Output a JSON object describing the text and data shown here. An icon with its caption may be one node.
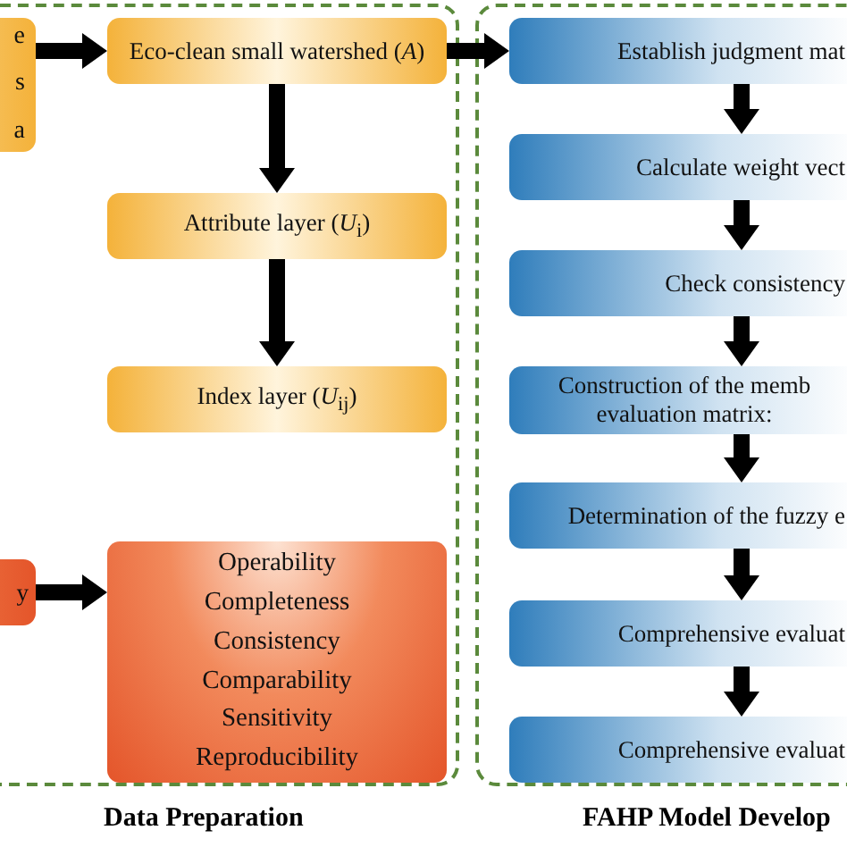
{
  "diagram": {
    "nodes": [
      {
        "text": [
          "e s a"
        ]
      },
      {
        "text": [
          "Data Preparation"
        ]
      },
      {
        "text": [
          "Eco-clean small watershed (*A*)"
        ],
        "in": 1
      },
      {
        "text": [
          "Attribute layer (*U*$_{i}$)"
        ],
        "in": 1
      },
      {
        "text": [
          "Index layer (*U*$_{ij}$)"
        ],
        "in": 1
      },
      {
        "text": [
          "y"
        ]
      },
      {
        "text": [
          "Operability",
          "Completeness",
          "Consistency",
          "Comparability",
          "Sensitivity",
          "Reproducibility"
        ],
        "in": 1
      },
      {
        "text": [
          "FAHP Model Develop"
        ]
      },
      {
        "text": [
          "Establish judgment mat"
        ],
        "in": 7
      },
      {
        "text": [
          "Calculate weight vect"
        ],
        "in": 7
      },
      {
        "text": [
          "Check consistency"
        ],
        "in": 7
      },
      {
        "text": [
          "Construction of the memb evaluation matrix:"
        ],
        "in": 7
      },
      {
        "text": [
          "Determination of the fuzzy e"
        ],
        "in": 7
      },
      {
        "text": [
          "Comprehensive evaluat"
        ],
        "in": 7
      },
      {
        "text": [
          "Comprehensive evaluat"
        ],
        "in": 7
      }
    ],
    "edges": [
      {
        "from": 0,
        "to": 2,
        "arrow": "to"
      },
      {
        "from": 2,
        "to": 3,
        "arrow": "to"
      },
      {
        "from": 3,
        "to": 4,
        "arrow": "to"
      },
      {
        "from": 5,
        "to": 6,
        "arrow": "to"
      },
      {
        "from": 2,
        "to": 8,
        "arrow": "to"
      },
      {
        "from": 8,
        "to": 9,
        "arrow": "to"
      },
      {
        "from": 9,
        "to": 10,
        "arrow": "to"
      },
      {
        "from": 10,
        "to": 11,
        "arrow": "to"
      },
      {
        "from": 11,
        "to": 12,
        "arrow": "to"
      },
      {
        "from": 12,
        "to": 13,
        "arrow": "to"
      },
      {
        "from": 13,
        "to": 14,
        "arrow": "to"
      }
    ]
  }
}
